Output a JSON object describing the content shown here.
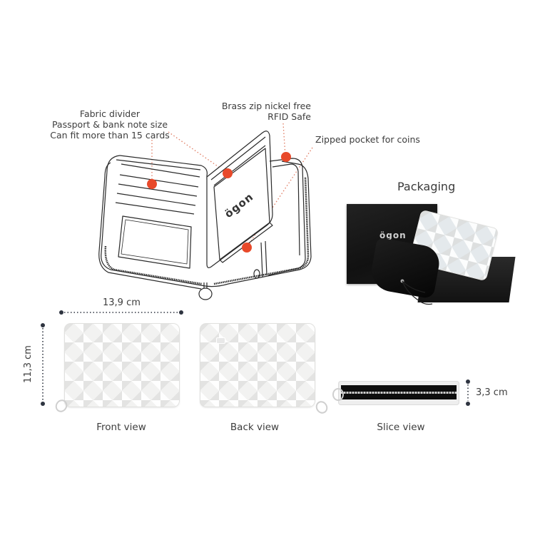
{
  "callouts": {
    "fabric": [
      "Fabric divider",
      "Passport & bank note size",
      "Can fit more than 15 cards"
    ],
    "zip": [
      "Brass zip nickel free",
      "RFID Safe"
    ],
    "pocket": "Zipped pocket for coins"
  },
  "packaging": {
    "title": "Packaging",
    "brand_text": "ögon"
  },
  "diagram": {
    "brand_text": "ögon",
    "accent_dot_color": "#e8492a"
  },
  "dimensions": {
    "width": "13,9 cm",
    "height": "11,3 cm",
    "depth": "3,3 cm"
  },
  "views": {
    "front": "Front view",
    "back": "Back view",
    "slice": "Slice view"
  }
}
